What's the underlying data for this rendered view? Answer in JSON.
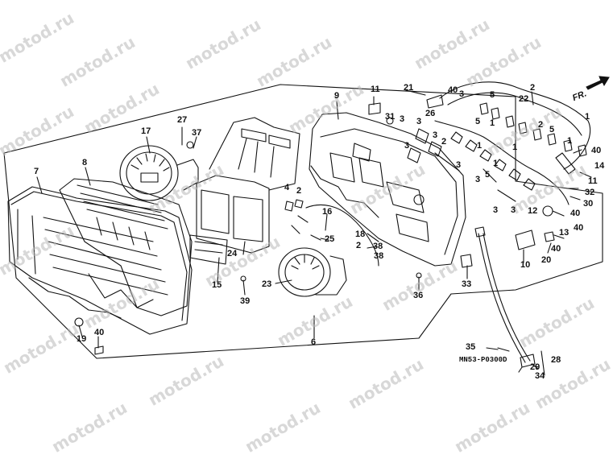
{
  "watermark": "motod.ru",
  "direction_label": "FR.",
  "diagram_code": "MN53-P0300D",
  "callouts": [
    "1",
    "2",
    "3",
    "4",
    "5",
    "6",
    "7",
    "8",
    "9",
    "10",
    "11",
    "12",
    "13",
    "14",
    "15",
    "16",
    "17",
    "18",
    "19",
    "20",
    "21",
    "22",
    "23",
    "24",
    "25",
    "26",
    "27",
    "28",
    "29",
    "30",
    "31",
    "32",
    "33",
    "34",
    "35",
    "36",
    "37",
    "38",
    "39",
    "40"
  ],
  "colors": {
    "line": "#111111",
    "watermark": "#b9b9b9",
    "background": "#ffffff"
  },
  "icons": [
    "front-direction-arrow-icon"
  ]
}
